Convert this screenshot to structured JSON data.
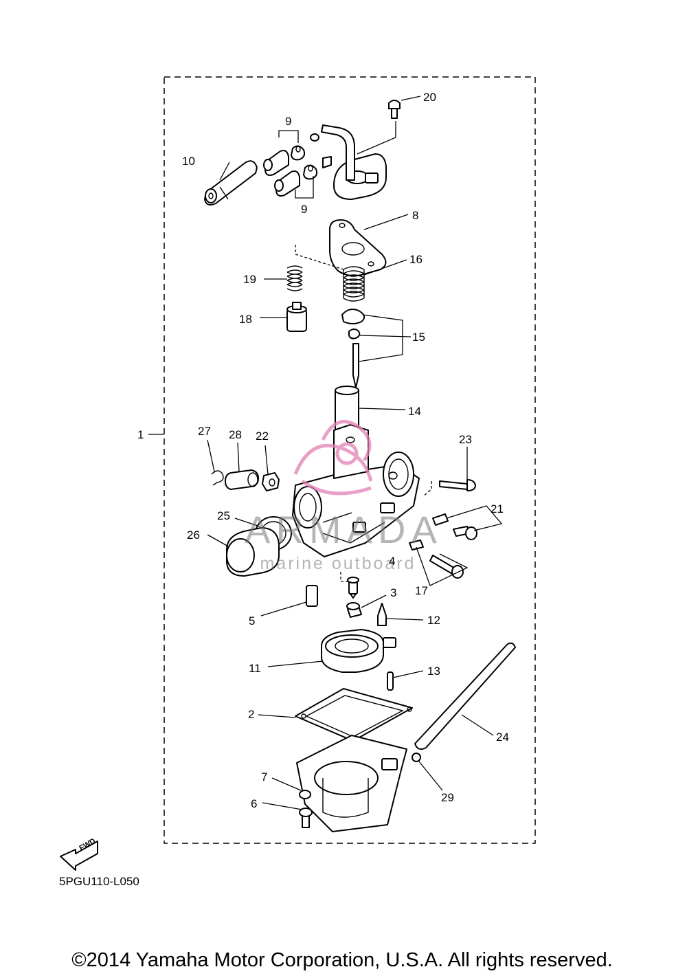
{
  "watermark": {
    "brand": "ARMADA",
    "tagline": "marine outboard"
  },
  "diagram_code": "5PGU110-L050",
  "fwd_label": "FWD",
  "copyright": "©2014 Yamaha Motor Corporation, U.S.A. All rights reserved.",
  "callouts": [
    {
      "id": "c1",
      "text": "1"
    },
    {
      "id": "c2",
      "text": "2"
    },
    {
      "id": "c3",
      "text": "3"
    },
    {
      "id": "c4",
      "text": "4"
    },
    {
      "id": "c5",
      "text": "5"
    },
    {
      "id": "c6",
      "text": "6"
    },
    {
      "id": "c7",
      "text": "7"
    },
    {
      "id": "c8",
      "text": "8"
    },
    {
      "id": "c9a",
      "text": "9"
    },
    {
      "id": "c9b",
      "text": "9"
    },
    {
      "id": "c10",
      "text": "10"
    },
    {
      "id": "c11",
      "text": "11"
    },
    {
      "id": "c12",
      "text": "12"
    },
    {
      "id": "c13",
      "text": "13"
    },
    {
      "id": "c14",
      "text": "14"
    },
    {
      "id": "c15",
      "text": "15"
    },
    {
      "id": "c16",
      "text": "16"
    },
    {
      "id": "c17",
      "text": "17"
    },
    {
      "id": "c18",
      "text": "18"
    },
    {
      "id": "c19",
      "text": "19"
    },
    {
      "id": "c20",
      "text": "20"
    },
    {
      "id": "c21",
      "text": "21"
    },
    {
      "id": "c22",
      "text": "22"
    },
    {
      "id": "c23",
      "text": "23"
    },
    {
      "id": "c24",
      "text": "24"
    },
    {
      "id": "c25",
      "text": "25"
    },
    {
      "id": "c26",
      "text": "26"
    },
    {
      "id": "c27",
      "text": "27"
    },
    {
      "id": "c28",
      "text": "28"
    },
    {
      "id": "c29",
      "text": "29"
    }
  ],
  "colors": {
    "line": "#000000",
    "watermark_pink": "#e37fb3",
    "watermark_gray": "#7a7a7a"
  }
}
